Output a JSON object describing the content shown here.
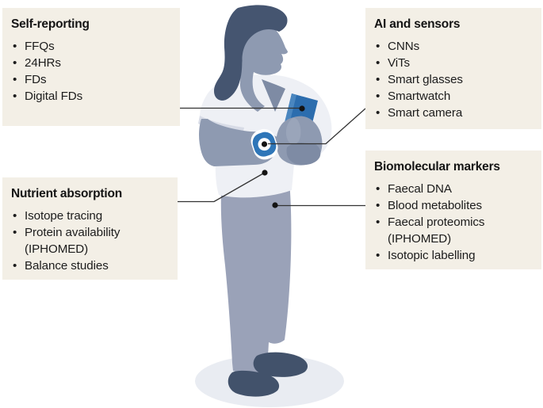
{
  "figure": {
    "background": "#ffffff",
    "callout_bg": "#f3efe6",
    "text_color": "#141414",
    "connector_color": "#333333"
  },
  "callouts": [
    {
      "id": "self-reporting",
      "title": "Self-reporting",
      "items": [
        "FFQs",
        "24HRs",
        "FDs",
        "Digital FDs"
      ],
      "target": "smartphone"
    },
    {
      "id": "ai-and-sensors",
      "title": "AI and sensors",
      "items": [
        "CNNs",
        "ViTs",
        "Smart glasses",
        "Smartwatch",
        "Smart camera"
      ],
      "target": "smartwatch"
    },
    {
      "id": "nutrient-absorption",
      "title": "Nutrient absorption",
      "items": [
        "Isotope tracing",
        "Protein availability\n(IPHOMED)",
        "Balance studies"
      ],
      "target": "upper-abdomen"
    },
    {
      "id": "biomolecular-markers",
      "title": "Biomolecular markers",
      "items": [
        "Faecal DNA",
        "Blood metabolites",
        "Faecal proteomics\n(IPHOMED)",
        "Isotopic labelling"
      ],
      "target": "lower-abdomen"
    }
  ],
  "illustration": {
    "subject": "person standing in profile holding a smartphone",
    "devices": [
      "smartphone",
      "smartwatch"
    ],
    "colors": {
      "hair": "#455570",
      "skin": "#8e9ab1",
      "skin_shade": "#7e8ba4",
      "shirt": "#eef0f5",
      "trousers": "#9aa2b8",
      "shoes": "#42526b",
      "device_blue": "#2c6dae",
      "ground_shadow": "#e9ecf2"
    }
  }
}
